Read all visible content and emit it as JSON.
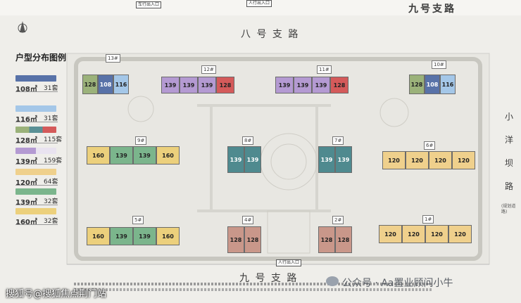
{
  "roads": {
    "north": "八 号 支 路",
    "south": "九 号 支 路",
    "top_right": "九号支路",
    "east": [
      "小",
      "洋",
      "坝",
      "路"
    ],
    "east_note": "(规划道路)"
  },
  "legend": {
    "title": "户型分布图例",
    "items": [
      {
        "area": "108㎡",
        "count": "31套",
        "colors": [
          "#5872a8"
        ]
      },
      {
        "area": "116㎡",
        "count": "31套",
        "colors": [
          "#a4c7e8"
        ]
      },
      {
        "area": "128㎡",
        "count": "115套",
        "colors": [
          "#9bb27a",
          "#5a9095",
          "#d45a5a"
        ]
      },
      {
        "area": "139㎡",
        "count": "159套",
        "colors": [
          "#b49ad2",
          "#e9e3f0"
        ]
      },
      {
        "area": "120㎡",
        "count": "64套",
        "colors": [
          "#efd08c"
        ]
      },
      {
        "area": "139㎡",
        "count": "32套",
        "colors": [
          "#7bb58c"
        ]
      },
      {
        "area": "160㎡",
        "count": "32套",
        "colors": [
          "#ecd07c"
        ]
      }
    ]
  },
  "entrances": {
    "top_left": "车行出入口",
    "top_center": "人行出入口",
    "bottom_center": "人行出入口"
  },
  "buildings": [
    {
      "tag": "13#",
      "units": [
        {
          "label": "128",
          "color": "#9bb27a"
        },
        {
          "label": "108",
          "color": "#5872a8"
        },
        {
          "label": "116",
          "color": "#a4c7e8"
        }
      ]
    },
    {
      "tag": "12#",
      "units": [
        {
          "label": "139",
          "color": "#b49ad2"
        },
        {
          "label": "139",
          "color": "#b49ad2"
        },
        {
          "label": "139",
          "color": "#b49ad2"
        },
        {
          "label": "128",
          "color": "#d45a5a"
        }
      ]
    },
    {
      "tag": "11#",
      "units": [
        {
          "label": "139",
          "color": "#b49ad2"
        },
        {
          "label": "139",
          "color": "#b49ad2"
        },
        {
          "label": "139",
          "color": "#b49ad2"
        },
        {
          "label": "128",
          "color": "#d45a5a"
        }
      ]
    },
    {
      "tag": "10#",
      "units": [
        {
          "label": "128",
          "color": "#9bb27a"
        },
        {
          "label": "108",
          "color": "#5872a8"
        },
        {
          "label": "116",
          "color": "#a4c7e8"
        }
      ]
    },
    {
      "tag": "9#",
      "units": [
        {
          "label": "160",
          "color": "#ecd07c"
        },
        {
          "label": "139",
          "color": "#7bb58c"
        },
        {
          "label": "139",
          "color": "#7bb58c"
        },
        {
          "label": "160",
          "color": "#ecd07c"
        }
      ]
    },
    {
      "tag": "8#",
      "units": [
        {
          "label": "139",
          "color": "#4f8a8f"
        },
        {
          "label": "139",
          "color": "#4f8a8f"
        }
      ]
    },
    {
      "tag": "7#",
      "units": [
        {
          "label": "139",
          "color": "#4f8a8f"
        },
        {
          "label": "139",
          "color": "#4f8a8f"
        }
      ]
    },
    {
      "tag": "6#",
      "units": [
        {
          "label": "120",
          "color": "#efd08c"
        },
        {
          "label": "120",
          "color": "#efd08c"
        },
        {
          "label": "120",
          "color": "#efd08c"
        },
        {
          "label": "120",
          "color": "#efd08c"
        }
      ]
    },
    {
      "tag": "5#",
      "units": [
        {
          "label": "160",
          "color": "#ecd07c"
        },
        {
          "label": "139",
          "color": "#7bb58c"
        },
        {
          "label": "139",
          "color": "#7bb58c"
        },
        {
          "label": "160",
          "color": "#ecd07c"
        }
      ]
    },
    {
      "tag": "4#",
      "units": [
        {
          "label": "128",
          "color": "#c9978a"
        },
        {
          "label": "128",
          "color": "#c9978a"
        }
      ]
    },
    {
      "tag": "2#",
      "units": [
        {
          "label": "128",
          "color": "#c9978a"
        },
        {
          "label": "128",
          "color": "#c9978a"
        }
      ]
    },
    {
      "tag": "1#",
      "units": [
        {
          "label": "120",
          "color": "#efd08c"
        },
        {
          "label": "120",
          "color": "#efd08c"
        },
        {
          "label": "120",
          "color": "#efd08c"
        },
        {
          "label": "120",
          "color": "#efd08c"
        }
      ]
    }
  ],
  "watermarks": {
    "bottom_left": "搜狐号@搜狐焦点荆门站",
    "bottom_right": "公众号 · Aa置业顾问小牛"
  }
}
